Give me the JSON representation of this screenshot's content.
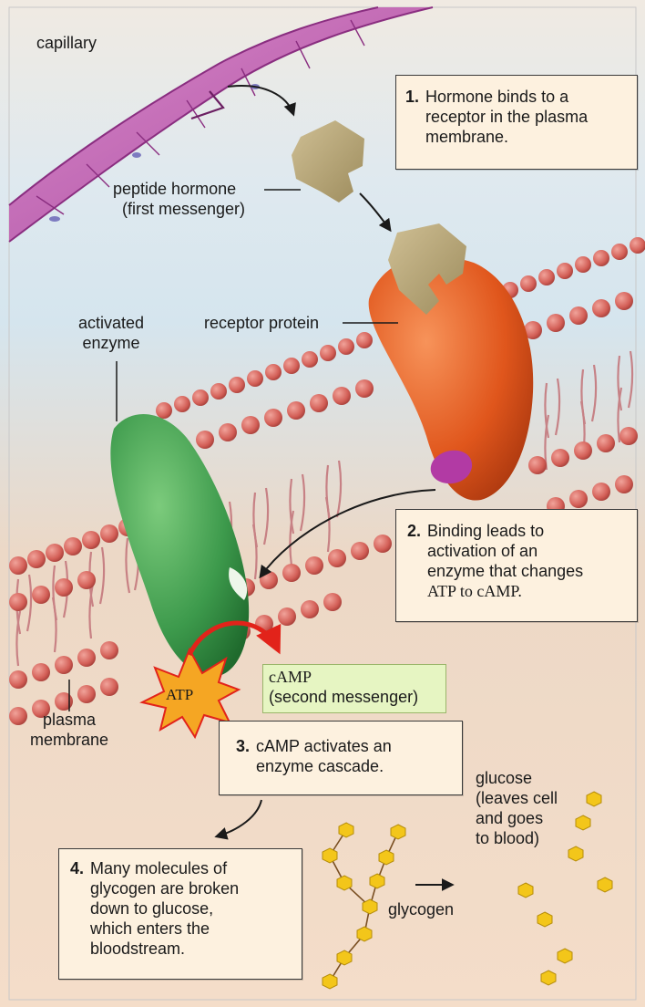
{
  "labels": {
    "capillary": "capillary",
    "peptide_hormone_line1": "peptide hormone",
    "peptide_hormone_line2": "(first messenger)",
    "receptor_protein": "receptor protein",
    "activated_enzyme_line1": "activated",
    "activated_enzyme_line2": "enzyme",
    "plasma_membrane_line1": "plasma",
    "plasma_membrane_line2": "membrane",
    "atp": "ATP",
    "camp_line1": "cAMP",
    "camp_line2": "(second messenger)",
    "glucose_line1": "glucose",
    "glucose_line2": "(leaves cell",
    "glucose_line3": "and goes",
    "glucose_line4": "to blood)",
    "glycogen": "glycogen"
  },
  "steps": [
    {
      "num": "1.",
      "lines": [
        "Hormone binds to a",
        "receptor in the plasma",
        "membrane."
      ]
    },
    {
      "num": "2.",
      "lines": [
        "Binding leads to",
        "activation of an",
        "enzyme that changes",
        "ATP to cAMP."
      ]
    },
    {
      "num": "3.",
      "lines": [
        "cAMP activates an",
        "enzyme cascade."
      ]
    },
    {
      "num": "4.",
      "lines": [
        "Many molecules of",
        "glycogen are broken",
        "down to glucose,",
        "which enters the",
        "bloodstream."
      ]
    }
  ],
  "colors": {
    "blood_bg": "#d9e7ef",
    "cell_bg": "#f1d7c3",
    "capillary": "#c060b0",
    "hormone": "#b4a374",
    "receptor": "#e35b1e",
    "enzyme": "#3f9a4b",
    "phospholipid_head": "#d6655d",
    "glucose": "#f3c61a",
    "box_fill": "#fdf1df",
    "camp_fill": "#e6f5c2",
    "reaction_arrow": "#e2231a"
  }
}
